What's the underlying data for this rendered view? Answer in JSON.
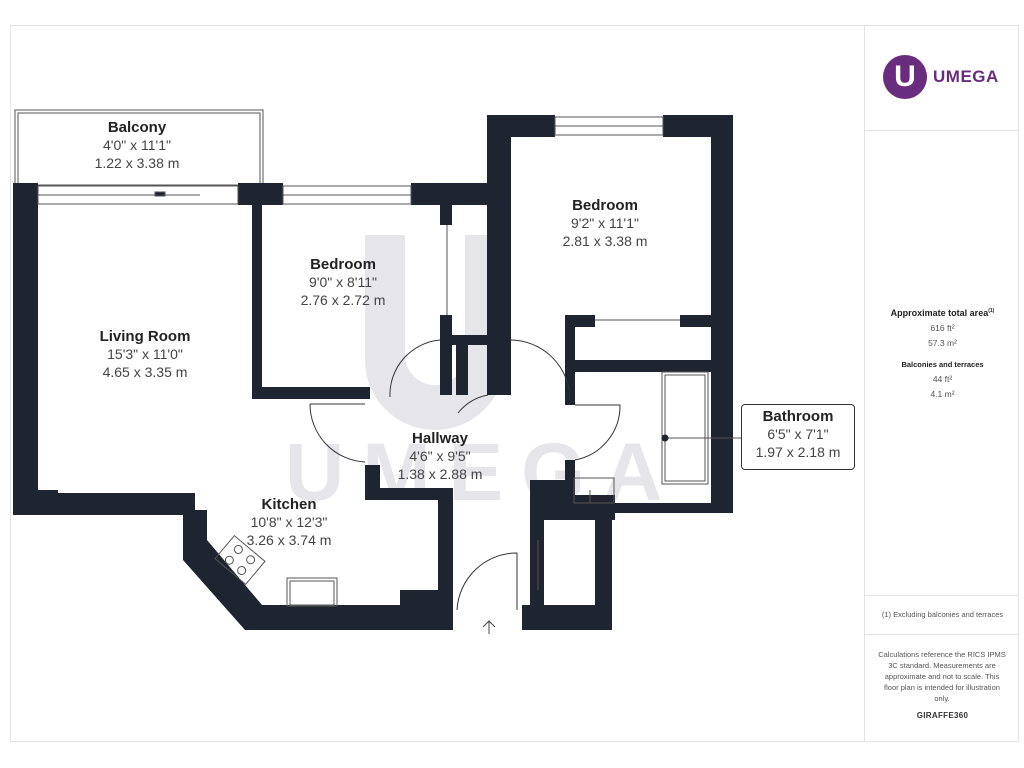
{
  "brand": {
    "logo_letter": "U",
    "logo_text": "UMEGA",
    "watermark": "UMEGA",
    "color": "#6a2c7e",
    "provider": "GIRAFFE360"
  },
  "summary": {
    "total_area_label": "Approximate total area",
    "total_area_footnote": "(1)",
    "total_area_ft": "616 ft²",
    "total_area_m": "57.3 m²",
    "balconies_label": "Balconies and terraces",
    "balconies_ft": "44 ft²",
    "balconies_m": "4.1 m²"
  },
  "footnote": "(1) Excluding balconies and terraces",
  "disclaimer": "Calculations reference the RICS IPMS 3C standard. Measurements are approximate and not to scale. This floor plan is intended for illustration only.",
  "rooms": [
    {
      "name": "Balcony",
      "imperial": "4'0\" x 11'1\"",
      "metric": "1.22 x 3.38 m"
    },
    {
      "name": "Living Room",
      "imperial": "15'3\" x 11'0\"",
      "metric": "4.65 x 3.35 m"
    },
    {
      "name": "Bedroom",
      "imperial": "9'0\" x 8'11\"",
      "metric": "2.76 x 2.72 m"
    },
    {
      "name": "Bedroom",
      "imperial": "9'2\" x 11'1\"",
      "metric": "2.81 x 3.38 m"
    },
    {
      "name": "Hallway",
      "imperial": "4'6\" x 9'5\"",
      "metric": "1.38 x 2.88 m"
    },
    {
      "name": "Kitchen",
      "imperial": "10'8\" x 12'3\"",
      "metric": "3.26 x 3.74 m"
    },
    {
      "name": "Bathroom",
      "imperial": "6'5\" x 7'1\"",
      "metric": "1.97 x 2.18 m"
    }
  ],
  "colors": {
    "wall": "#1e2430",
    "watermark": "#e4e4e8"
  }
}
